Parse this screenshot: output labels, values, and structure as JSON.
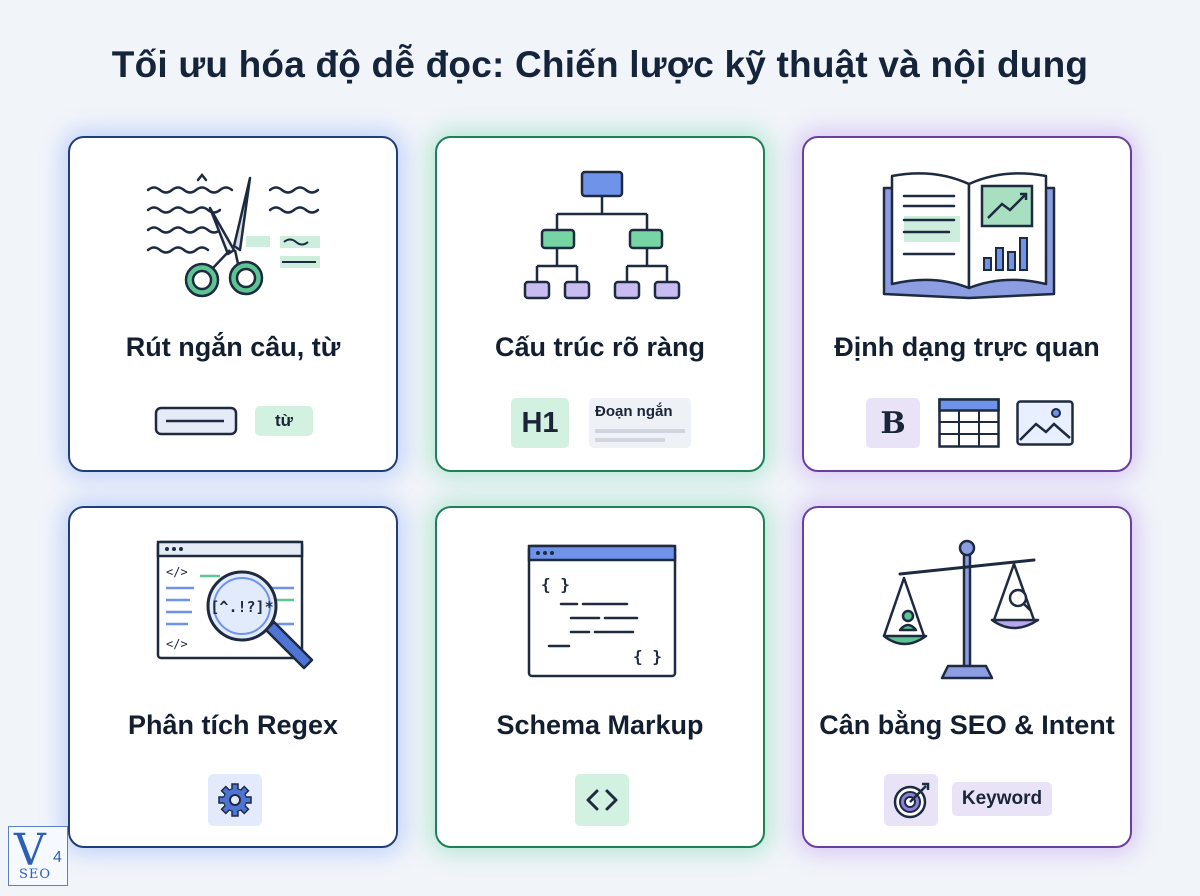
{
  "title": "Tối ưu hóa độ dễ đọc: Chiến lược kỹ thuật và nội dung",
  "cards": [
    {
      "title": "Rút ngắn câu, từ",
      "chip": "từ"
    },
    {
      "title": "Cấu trúc rõ ràng",
      "h1": "H1",
      "chip": "Đoạn ngắn"
    },
    {
      "title": "Định dạng trực quan",
      "bold": "B"
    },
    {
      "title": "Phân tích Regex",
      "code_open": "</>",
      "code_close": "</>",
      "regex": "[^.!?]*"
    },
    {
      "title": "Schema Markup",
      "brace_open": "{ }",
      "brace_close": "{ }"
    },
    {
      "title": "Cân bằng SEO & Intent",
      "chip": "Keyword"
    }
  ],
  "logo": {
    "letter": "V",
    "sub": "4",
    "caption": "SEO"
  },
  "colors": {
    "blue": "#203f78",
    "green": "#1e7f59",
    "purple": "#6a3fa0"
  }
}
